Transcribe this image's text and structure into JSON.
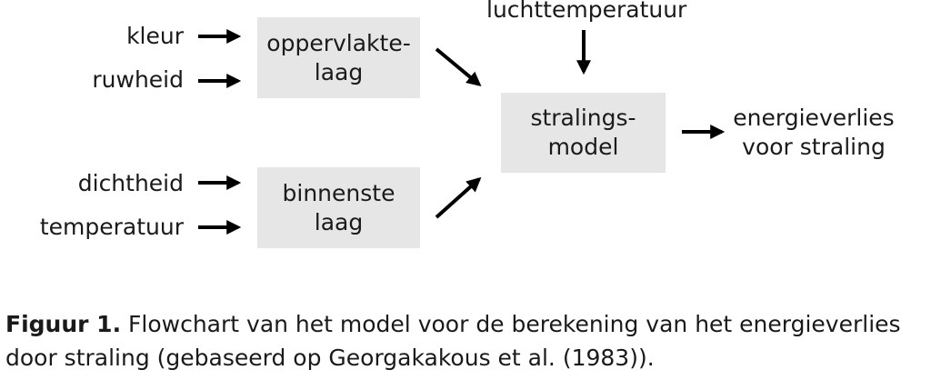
{
  "diagram": {
    "inputs_top": [
      "kleur",
      "ruwheid"
    ],
    "inputs_bottom": [
      "dichtheid",
      "temperatuur"
    ],
    "box_surface": [
      "oppervlakte-",
      "laag"
    ],
    "box_inner": [
      "binnenste",
      "laag"
    ],
    "box_model": [
      "stralings-",
      "model"
    ],
    "air_temp": "luchttemperatuur",
    "output": [
      "energieverlies",
      "voor straling"
    ]
  },
  "caption": {
    "label": "Figuur 1.",
    "line1": " Flowchart van het model voor de berekening van het energieverlies",
    "line2": "door straling (gebaseerd op Georgakakous et al. (1983))."
  },
  "colors": {
    "box": "#e6e6e6",
    "arrow": "#000000",
    "text": "#1a1a1a"
  }
}
